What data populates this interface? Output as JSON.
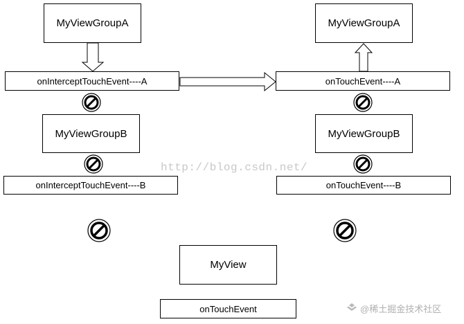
{
  "nodes": {
    "left_group_a": "MyViewGroupA",
    "left_intercept_a": "onInterceptTouchEvent----A",
    "left_group_b": "MyViewGroupB",
    "left_intercept_b": "onInterceptTouchEvent----B",
    "right_group_a": "MyViewGroupA",
    "right_touch_a": "onTouchEvent----A",
    "right_group_b": "MyViewGroupB",
    "right_touch_b": "onTouchEvent----B",
    "view": "MyView",
    "view_touch": "onTouchEvent"
  },
  "icons": {
    "blocked": "prohibited-icon",
    "arrow": "hollow-arrow-icon"
  },
  "watermark": "http://blog.csdn.net/",
  "logo": "@稀土掘金技术社区",
  "colors": {
    "line": "#000000",
    "watermark": "#c8c8c8",
    "logo": "#b0b0b0"
  }
}
